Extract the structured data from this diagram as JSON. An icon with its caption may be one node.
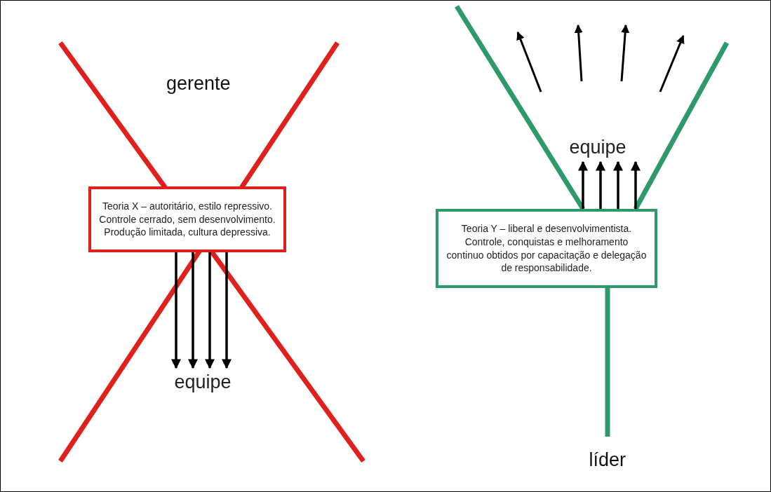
{
  "diagram": {
    "nodes": [
      {
        "text": [
          "Teoria X – autoritário, estilo repressivo. Controle cerrado, sem desenvolvimento. Produção limitada, cultura depressiva."
        ]
      },
      {
        "text": [
          "equipe"
        ]
      },
      {
        "text": [
          "Teoria Y – liberal e desenvolvimentista. Controle, conquistas e melhoramento continuo obtidos por capacitação e delegação de responsabilidade."
        ]
      },
      {
        "text": [
          "equipe"
        ]
      }
    ],
    "edges": [
      {
        "from": 0,
        "to": 1,
        "arrow": "to"
      },
      {
        "from": 0,
        "to": 1,
        "arrow": "to"
      },
      {
        "from": 0,
        "to": 1,
        "arrow": "to"
      },
      {
        "from": 0,
        "to": 1,
        "arrow": "to"
      },
      {
        "from": 2,
        "to": 3,
        "arrow": "to"
      },
      {
        "from": 2,
        "to": 3,
        "arrow": "to"
      },
      {
        "from": 2,
        "to": 3,
        "arrow": "to"
      },
      {
        "from": 2,
        "to": 3,
        "arrow": "to"
      }
    ],
    "labels": [
      "gerente",
      "líder"
    ]
  }
}
